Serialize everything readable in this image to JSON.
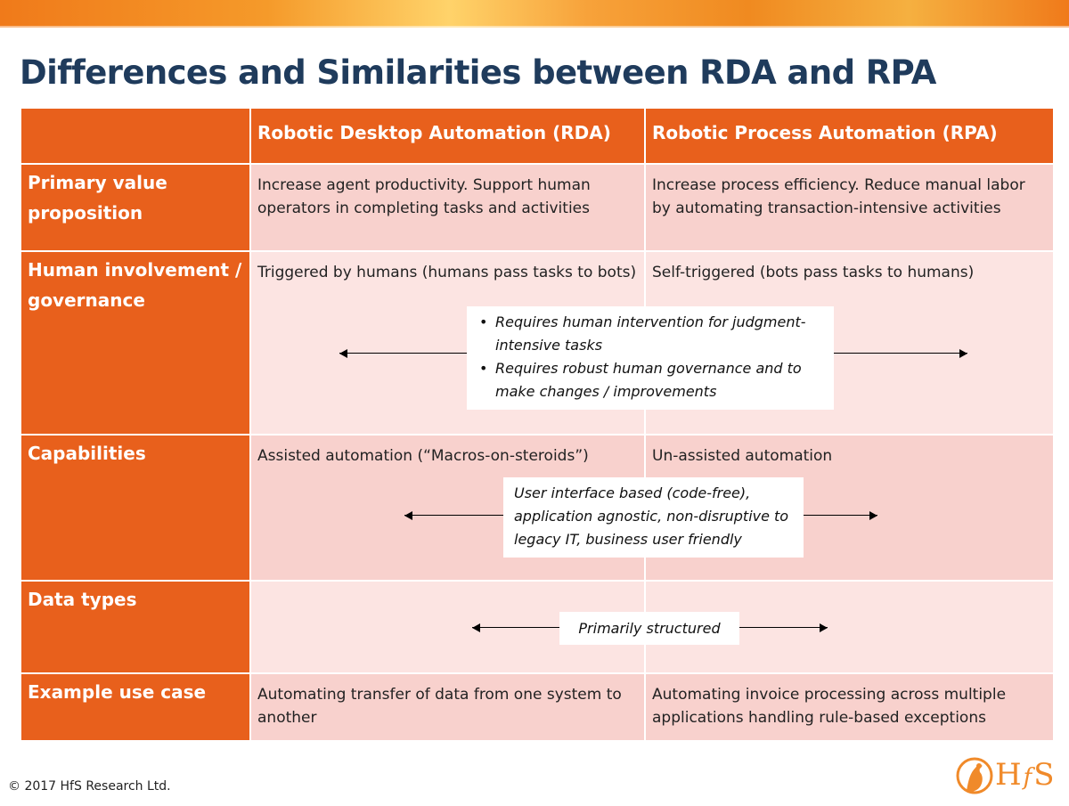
{
  "title": "Differences and Similarities between RDA and RPA",
  "table": {
    "col_rda": "Robotic Desktop Automation (RDA)",
    "col_rpa": "Robotic Process Automation (RPA)",
    "rows": [
      {
        "label": "Primary value proposition",
        "rda": "Increase agent productivity. Support human operators in completing tasks and activities",
        "rpa": "Increase process efficiency. Reduce manual labor by automating transaction-intensive activities"
      },
      {
        "label": "Human involvement / governance",
        "rda": "Triggered by humans (humans pass tasks to bots)",
        "rpa": "Self-triggered (bots pass tasks to humans)"
      },
      {
        "label": "Capabilities",
        "rda": "Assisted automation (“Macros-on-steroids”)",
        "rpa": "Un-assisted automation"
      },
      {
        "label": "Data types",
        "rda": "",
        "rpa": ""
      },
      {
        "label": "Example use case",
        "rda": "Automating transfer of data from one system to another",
        "rpa": "Automating invoice processing across multiple applications handling rule-based exceptions"
      }
    ]
  },
  "callouts": {
    "human": [
      "Requires human intervention for judgment-intensive tasks",
      "Requires robust human governance and to make changes / improvements"
    ],
    "capabilities": "User interface based (code-free), application agnostic, non-disruptive to legacy IT, business user friendly",
    "data_types": "Primarily structured"
  },
  "footer": "© 2017 HfS Research Ltd.",
  "logo": {
    "h": "H",
    "f": "f",
    "s": "S"
  },
  "colors": {
    "header_orange": "#e8601c",
    "row_light": "#fce4e2",
    "row_dark": "#f8d1cd",
    "title_navy": "#1f3b5c",
    "logo_orange": "#f08a2a"
  }
}
